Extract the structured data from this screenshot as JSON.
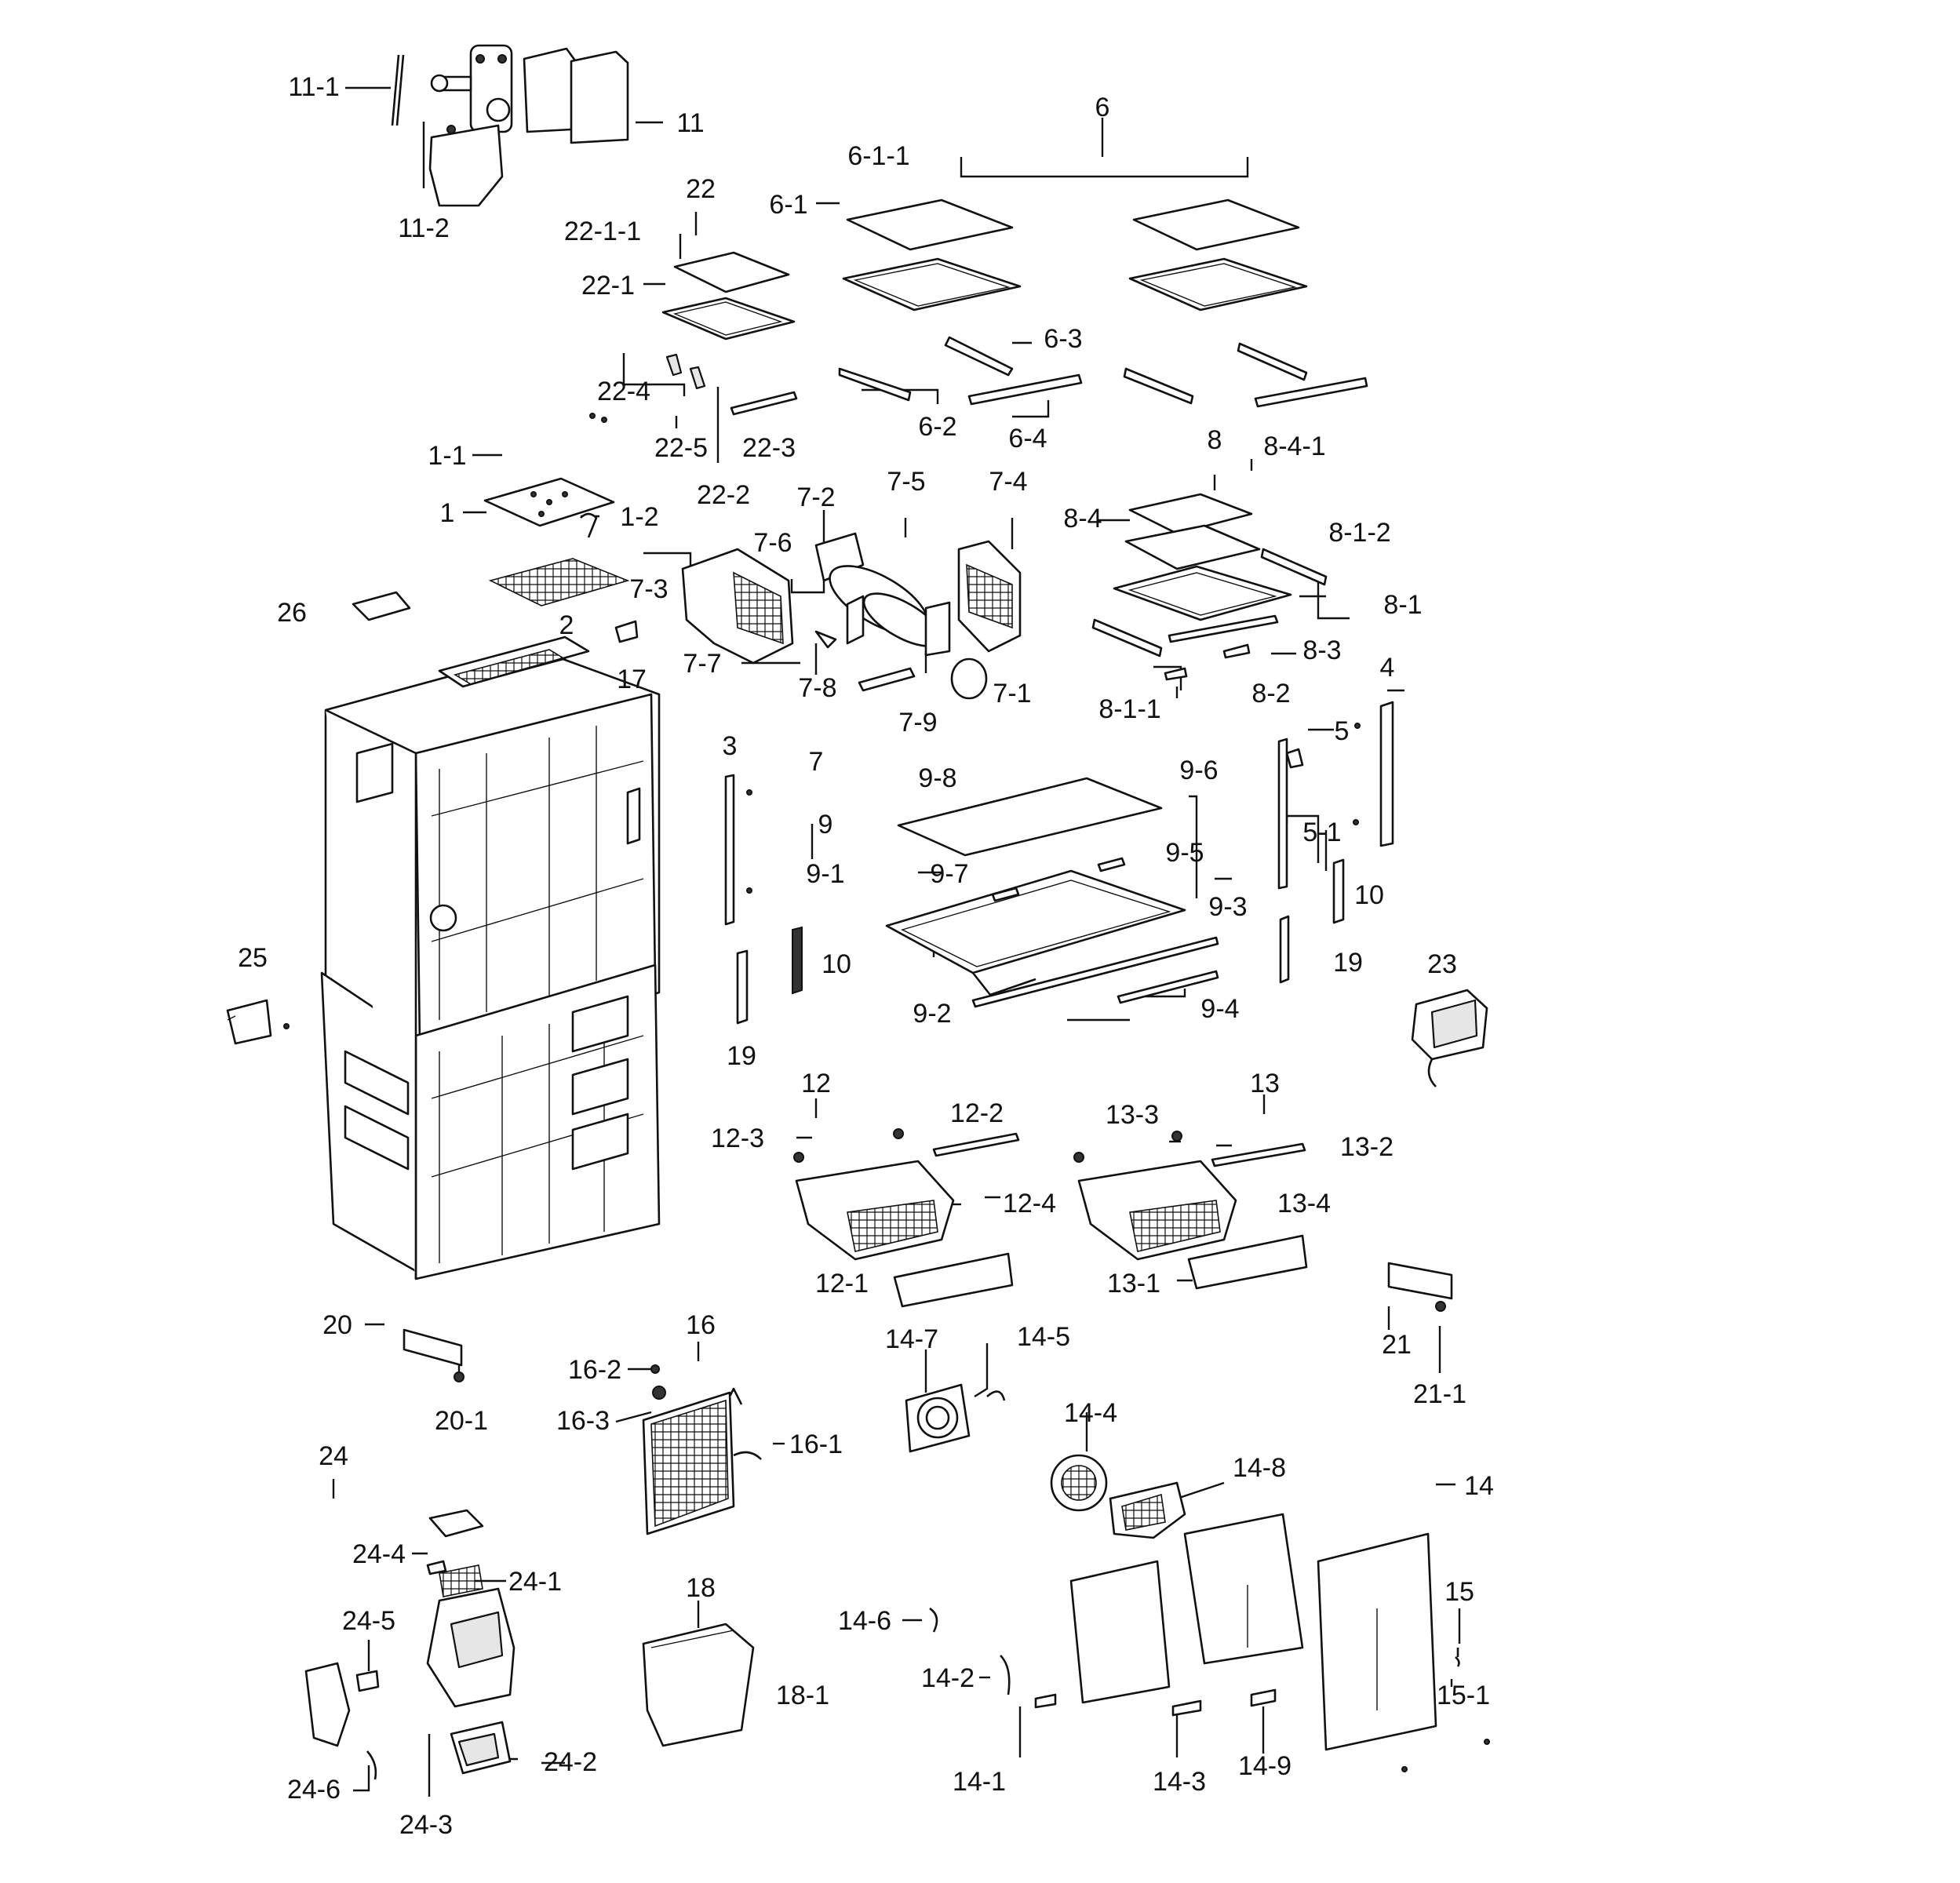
{
  "diagram": {
    "callouts": [
      {
        "id": "c-11-1",
        "text": "11-1"
      },
      {
        "id": "c-11",
        "text": "11"
      },
      {
        "id": "c-11-2",
        "text": "11-2"
      },
      {
        "id": "c-6",
        "text": "6"
      },
      {
        "id": "c-6-1-1",
        "text": "6-1-1"
      },
      {
        "id": "c-6-1",
        "text": "6-1"
      },
      {
        "id": "c-22",
        "text": "22"
      },
      {
        "id": "c-22-1-1",
        "text": "22-1-1"
      },
      {
        "id": "c-22-1",
        "text": "22-1"
      },
      {
        "id": "c-6-3",
        "text": "6-3"
      },
      {
        "id": "c-22-4",
        "text": "22-4"
      },
      {
        "id": "c-22-5",
        "text": "22-5"
      },
      {
        "id": "c-22-3",
        "text": "22-3"
      },
      {
        "id": "c-6-2",
        "text": "6-2"
      },
      {
        "id": "c-6-4",
        "text": "6-4"
      },
      {
        "id": "c-22-2",
        "text": "22-2"
      },
      {
        "id": "c-1-1",
        "text": "1-1"
      },
      {
        "id": "c-8",
        "text": "8"
      },
      {
        "id": "c-8-4-1",
        "text": "8-4-1"
      },
      {
        "id": "c-1",
        "text": "1"
      },
      {
        "id": "c-1-2",
        "text": "1-2"
      },
      {
        "id": "c-7-2",
        "text": "7-2"
      },
      {
        "id": "c-7-5",
        "text": "7-5"
      },
      {
        "id": "c-7-4",
        "text": "7-4"
      },
      {
        "id": "c-8-4",
        "text": "8-4"
      },
      {
        "id": "c-8-1-2",
        "text": "8-1-2"
      },
      {
        "id": "c-7-6",
        "text": "7-6"
      },
      {
        "id": "c-7-3",
        "text": "7-3"
      },
      {
        "id": "c-26",
        "text": "26"
      },
      {
        "id": "c-2",
        "text": "2"
      },
      {
        "id": "c-8-1",
        "text": "8-1"
      },
      {
        "id": "c-7-7",
        "text": "7-7"
      },
      {
        "id": "c-8-3",
        "text": "8-3"
      },
      {
        "id": "c-17",
        "text": "17"
      },
      {
        "id": "c-7-8",
        "text": "7-8"
      },
      {
        "id": "c-7-1",
        "text": "7-1"
      },
      {
        "id": "c-8-1-1",
        "text": "8-1-1"
      },
      {
        "id": "c-8-2",
        "text": "8-2"
      },
      {
        "id": "c-4",
        "text": "4"
      },
      {
        "id": "c-7-9",
        "text": "7-9"
      },
      {
        "id": "c-5",
        "text": "5"
      },
      {
        "id": "c-7",
        "text": "7"
      },
      {
        "id": "c-3",
        "text": "3"
      },
      {
        "id": "c-9-8",
        "text": "9-8"
      },
      {
        "id": "c-9-6",
        "text": "9-6"
      },
      {
        "id": "c-9",
        "text": "9"
      },
      {
        "id": "c-5-1",
        "text": "5-1"
      },
      {
        "id": "c-9-1",
        "text": "9-1"
      },
      {
        "id": "c-9-7",
        "text": "9-7"
      },
      {
        "id": "c-9-5",
        "text": "9-5"
      },
      {
        "id": "c-10-right",
        "text": "10"
      },
      {
        "id": "c-9-3",
        "text": "9-3"
      },
      {
        "id": "c-25",
        "text": "25"
      },
      {
        "id": "c-10-left",
        "text": "10"
      },
      {
        "id": "c-19-right",
        "text": "19"
      },
      {
        "id": "c-23",
        "text": "23"
      },
      {
        "id": "c-9-2",
        "text": "9-2"
      },
      {
        "id": "c-9-4",
        "text": "9-4"
      },
      {
        "id": "c-19-left",
        "text": "19"
      },
      {
        "id": "c-12",
        "text": "12"
      },
      {
        "id": "c-13",
        "text": "13"
      },
      {
        "id": "c-12-2",
        "text": "12-2"
      },
      {
        "id": "c-12-3",
        "text": "12-3"
      },
      {
        "id": "c-13-3",
        "text": "13-3"
      },
      {
        "id": "c-13-2",
        "text": "13-2"
      },
      {
        "id": "c-12-4",
        "text": "12-4"
      },
      {
        "id": "c-13-4",
        "text": "13-4"
      },
      {
        "id": "c-12-1",
        "text": "12-1"
      },
      {
        "id": "c-13-1",
        "text": "13-1"
      },
      {
        "id": "c-16",
        "text": "16"
      },
      {
        "id": "c-20",
        "text": "20"
      },
      {
        "id": "c-14-7",
        "text": "14-7"
      },
      {
        "id": "c-14-5",
        "text": "14-5"
      },
      {
        "id": "c-21",
        "text": "21"
      },
      {
        "id": "c-16-2",
        "text": "16-2"
      },
      {
        "id": "c-21-1",
        "text": "21-1"
      },
      {
        "id": "c-16-3",
        "text": "16-3"
      },
      {
        "id": "c-20-1",
        "text": "20-1"
      },
      {
        "id": "c-14-4",
        "text": "14-4"
      },
      {
        "id": "c-16-1",
        "text": "16-1"
      },
      {
        "id": "c-24",
        "text": "24"
      },
      {
        "id": "c-14-8",
        "text": "14-8"
      },
      {
        "id": "c-14",
        "text": "14"
      },
      {
        "id": "c-24-4",
        "text": "24-4"
      },
      {
        "id": "c-24-1",
        "text": "24-1"
      },
      {
        "id": "c-18",
        "text": "18"
      },
      {
        "id": "c-15",
        "text": "15"
      },
      {
        "id": "c-24-5",
        "text": "24-5"
      },
      {
        "id": "c-14-6",
        "text": "14-6"
      },
      {
        "id": "c-18-1",
        "text": "18-1"
      },
      {
        "id": "c-14-2",
        "text": "14-2"
      },
      {
        "id": "c-15-1",
        "text": "15-1"
      },
      {
        "id": "c-24-2",
        "text": "24-2"
      },
      {
        "id": "c-24-6",
        "text": "24-6"
      },
      {
        "id": "c-14-1",
        "text": "14-1"
      },
      {
        "id": "c-14-3",
        "text": "14-3"
      },
      {
        "id": "c-14-9",
        "text": "14-9"
      },
      {
        "id": "c-24-3",
        "text": "24-3"
      }
    ]
  }
}
